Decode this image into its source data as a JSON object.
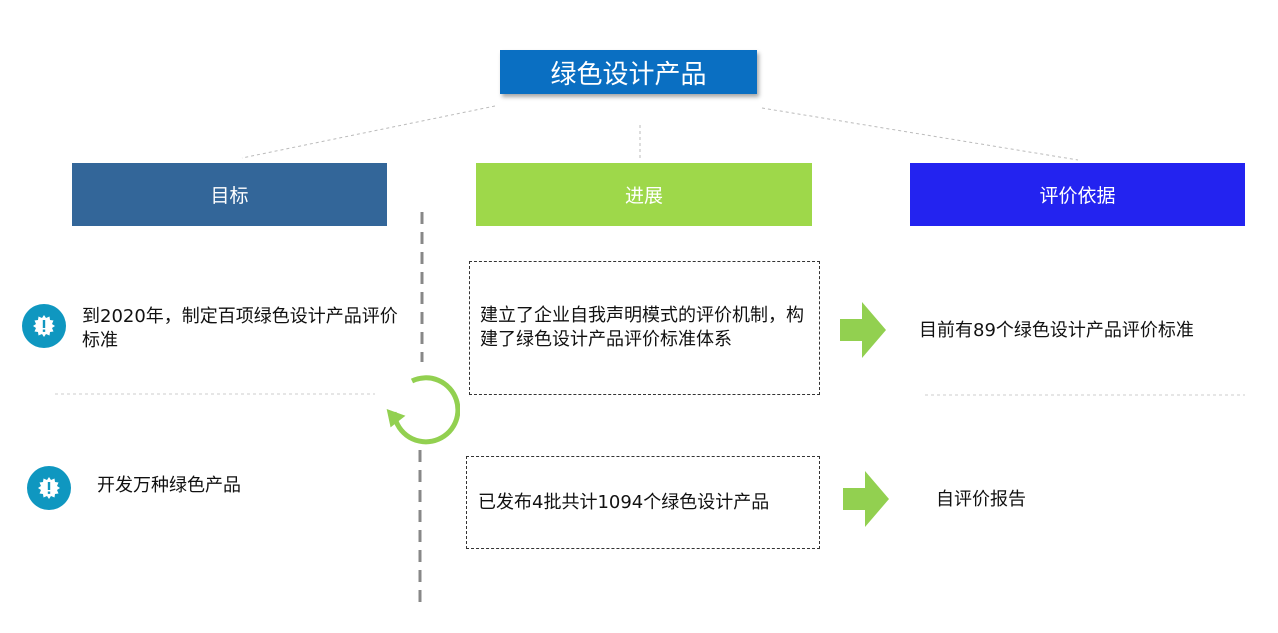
{
  "title": "绿色设计产品",
  "headers": {
    "goal": "目标",
    "progress": "进展",
    "basis": "评价依据"
  },
  "colors": {
    "title_bg": "#0a6fc2",
    "goal_bg": "#336699",
    "progress_bg": "#9ed84a",
    "basis_bg": "#2323f0",
    "badge": "#0f97c0",
    "arrow": "#92d050"
  },
  "rows": [
    {
      "goal": "到2020年，制定百项绿色设计产品评价标准",
      "progress": "建立了企业自我声明模式的评价机制，构建了绿色设计产品评价标准体系",
      "basis": "目前有89个绿色设计产品评价标准"
    },
    {
      "goal": "开发万种绿色产品",
      "progress": "已发布4批共计1094个绿色设计产品",
      "basis": "自评价报告"
    }
  ],
  "icons": {
    "badge": "gear-alert-icon",
    "arrow": "arrow-right-icon",
    "cycle": "refresh-cycle-icon"
  }
}
